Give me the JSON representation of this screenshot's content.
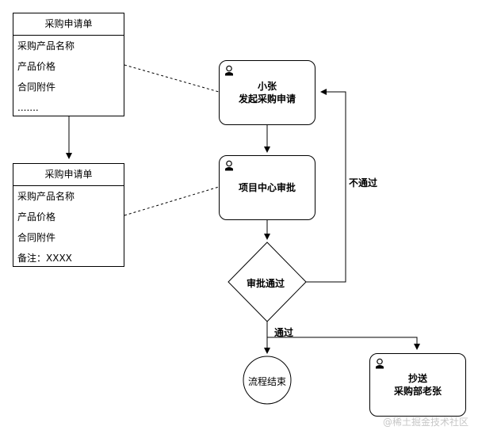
{
  "form_top": {
    "title": "采购申请单",
    "fields": [
      "采购产品名称",
      "产品价格",
      "合同附件",
      "......."
    ]
  },
  "form_bottom": {
    "title": "采购申请单",
    "fields": [
      "采购产品名称",
      "产品价格",
      "合同附件",
      "备注：XXXX"
    ]
  },
  "nodes": {
    "start": "小张\n发起采购申请",
    "review": "项目中心审批",
    "decision": "审批通过",
    "end": "流程结束",
    "cc": "抄送\n采购部老张"
  },
  "edges": {
    "reject": "不通过",
    "approve": "通过"
  },
  "watermark": "@稀土掘金技术社区"
}
